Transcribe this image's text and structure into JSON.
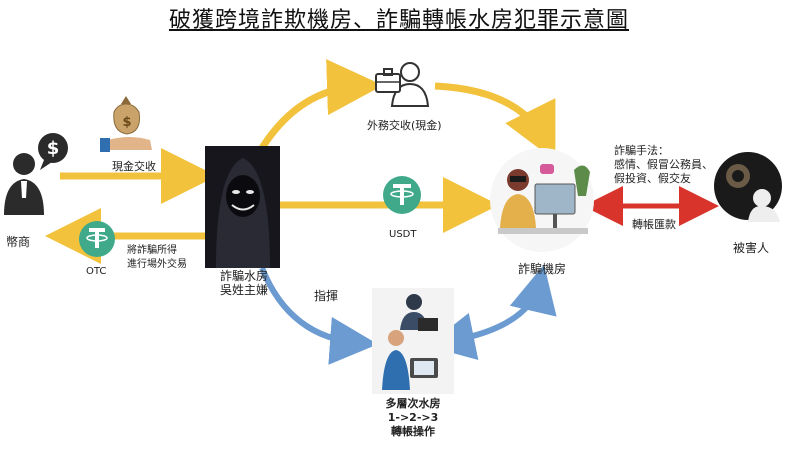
{
  "title": "破獲跨境詐欺機房、詐騙轉帳水房犯罪示意圖",
  "nodes": {
    "coin_dealer": "幣商",
    "otc": "OTC",
    "cash_trade": "現金交收",
    "otc_note": [
      "將詐騙所得",
      "進行場外交易"
    ],
    "money_room": [
      "詐騙水房",
      "吳姓主嫌"
    ],
    "courier": "外務交收(現金)",
    "usdt": "USDT",
    "scam_room": "詐騙機房",
    "fraud_methods": [
      "詐騙手法：",
      "感情、假冒公務員、",
      "假投資、假交友"
    ],
    "transfer": "轉帳匯款",
    "victim": "被害人",
    "command": "指揮",
    "layered_room": [
      "多層次水房",
      "1->2->3",
      "轉帳操作"
    ]
  },
  "colors": {
    "yellow_arrow": "#f2c23c",
    "blue_arrow": "#6b9bd1",
    "red_arrow": "#d9342b",
    "tether_green": "#3fa989"
  },
  "icons": [
    "money-bag-icon",
    "hand-icon",
    "dollar-chat-icon",
    "businessman-icon",
    "hacker-icon",
    "tether-icon",
    "courier-icon",
    "scam-room-icon",
    "victim-icon",
    "laptop-worker-icon"
  ]
}
